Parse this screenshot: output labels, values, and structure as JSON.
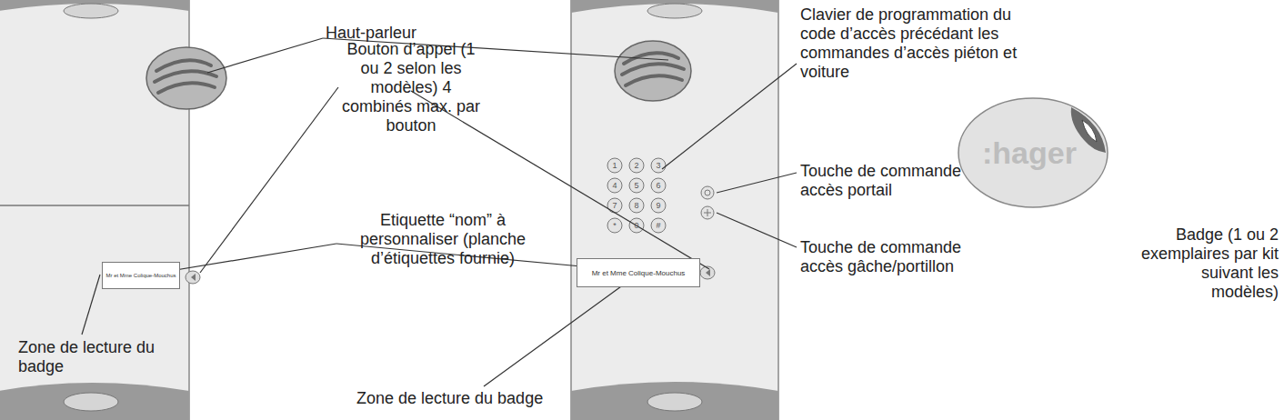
{
  "diagram": {
    "nodes": [
      {
        "text": [
          "Mr et Mme Colique-Mouchus"
        ]
      },
      {
        "text": [
          "Mr et Mme Colique-Mouchus"
        ]
      },
      {
        "text": [
          ":hager"
        ]
      }
    ],
    "labels": [
      "Haut-parleur",
      "Bouton d’appel (1 ou 2 selon les modèles) 4 combinés max. par bouton",
      "Etiquette “nom” à personnaliser (planche d’étiquettes fournie)",
      "Zone de lecture du badge",
      "Zone de lecture du badge",
      "Clavier de programmation du code d’accès précédant les commandes d’accès piéton et voiture",
      "Touche de commande accès portail",
      "Touche de commande accès gâche/portillon",
      "Badge (1 ou 2 exemplaires par kit suivant les modèles)",
      "1",
      "2",
      "3",
      "4",
      "5",
      "6",
      "7",
      "8",
      "9",
      "*",
      "0",
      "#"
    ]
  }
}
